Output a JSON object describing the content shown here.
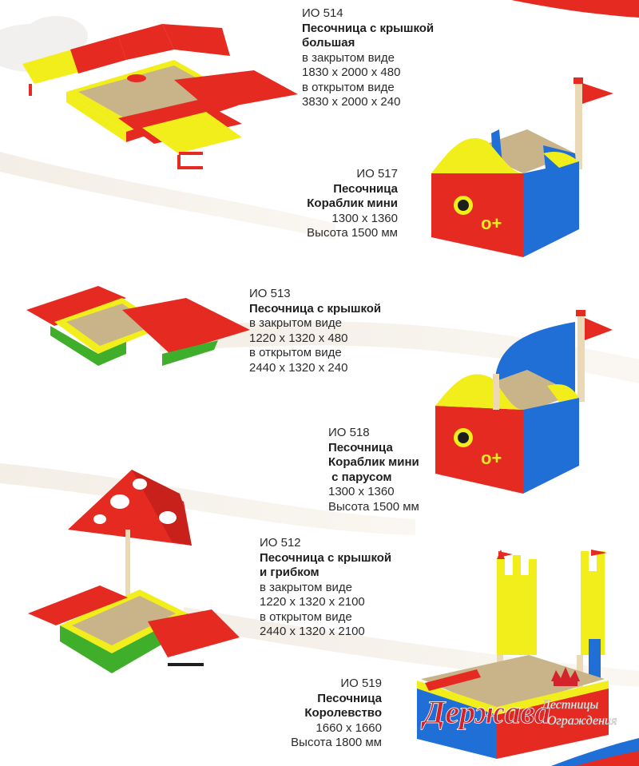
{
  "products": [
    {
      "code": "ИО 514",
      "name": [
        "Песочница с крышкой",
        "большая"
      ],
      "specs": [
        "в закрытом виде",
        "1830 х 2000 х 480",
        "в открытом виде",
        "3830 х 2000 х 240"
      ]
    },
    {
      "code": "ИО 517",
      "name": [
        "Песочница",
        "Кораблик мини"
      ],
      "specs": [
        "1300 х 1360",
        "Высота 1500 мм"
      ]
    },
    {
      "code": "ИО 513",
      "name": [
        "Песочница с крышкой"
      ],
      "specs": [
        "в закрытом виде",
        "1220 х 1320 х 480",
        "в открытом виде",
        "2440 х 1320 х 240"
      ]
    },
    {
      "code": "ИО 518",
      "name": [
        "Песочница",
        "Кораблик мини",
        " с парусом"
      ],
      "specs": [
        "1300 х 1360",
        "Высота 1500 мм"
      ]
    },
    {
      "code": "ИО 512",
      "name": [
        "Песочница с крышкой",
        "и грибком"
      ],
      "specs": [
        "в закрытом виде",
        "1220 х 1320 х 2100",
        "в открытом виде",
        "2440 х 1320 х 2100"
      ]
    },
    {
      "code": "ИО 519",
      "name": [
        "Песочница",
        "Королевство"
      ],
      "specs": [
        "1660 х 1660",
        "Высота 1800 мм"
      ]
    }
  ],
  "logo": {
    "brand": "Держава",
    "slogan": [
      "Лестницы",
      "Ограждения"
    ]
  },
  "colors": {
    "red": "#e52a21",
    "yellow": "#f2ee1c",
    "blue": "#1f6fd6",
    "green": "#3fae2a",
    "sand": "#c9b48a",
    "text": "#2b2b2b",
    "logo": "#d4232b"
  }
}
